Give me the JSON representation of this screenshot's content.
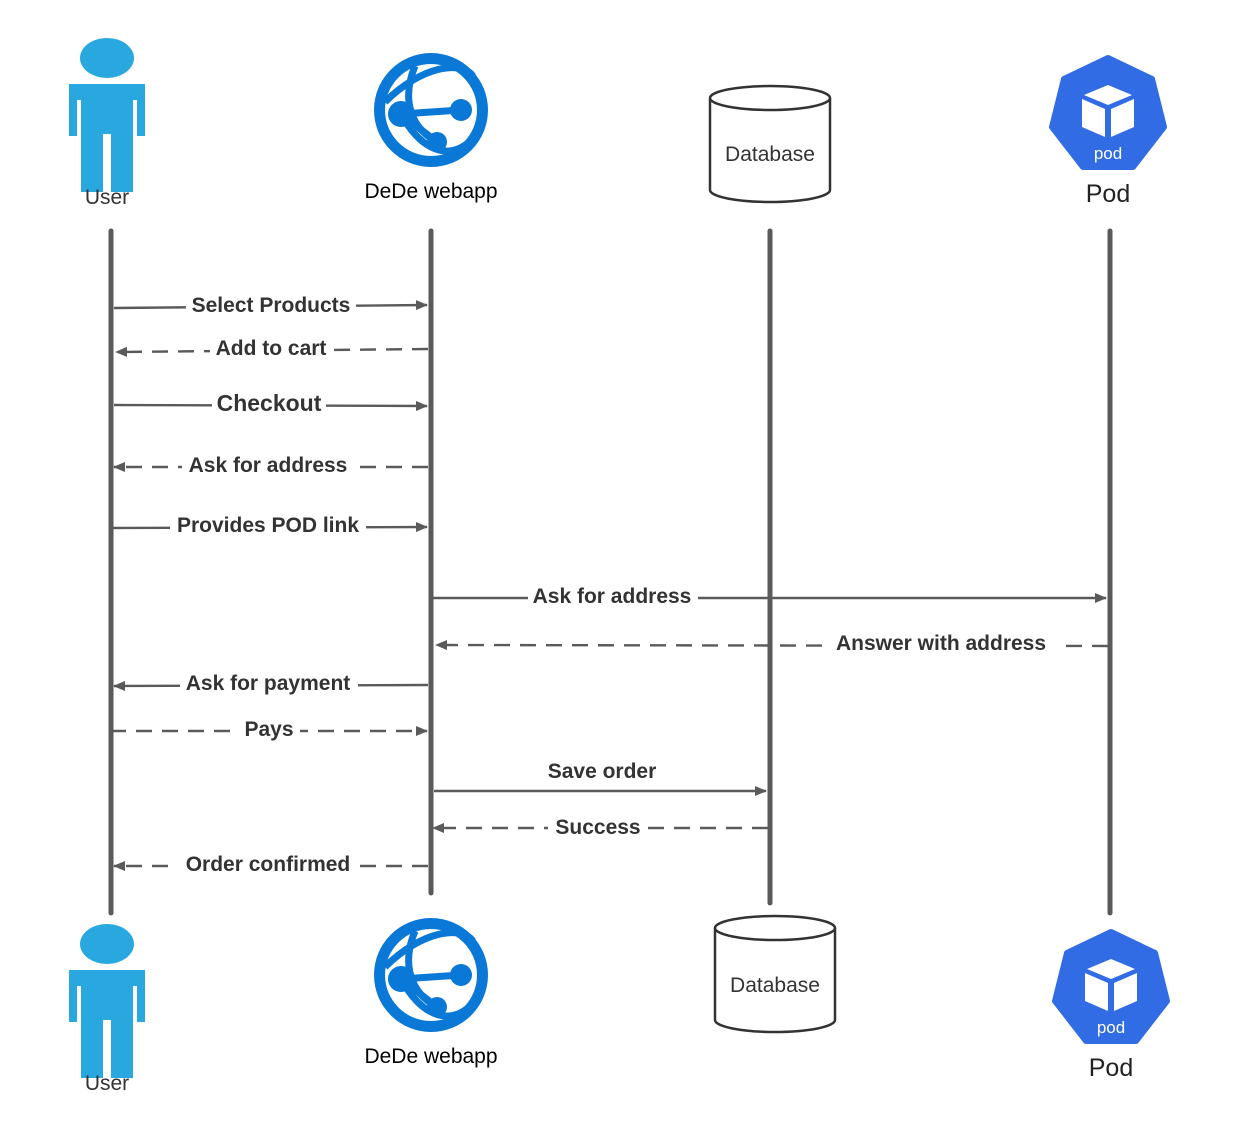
{
  "colors": {
    "user": "#29a8e0",
    "webapp": "#0a78d6",
    "pod": "#326ce5",
    "line": "#5a5a5a",
    "text": "#333333"
  },
  "participants": [
    {
      "id": "user",
      "label": "User",
      "icon": "person-icon"
    },
    {
      "id": "webapp",
      "label": "DeDe webapp",
      "icon": "web-app-globe-icon"
    },
    {
      "id": "database",
      "label": "Database",
      "icon": "database-cylinder-icon"
    },
    {
      "id": "pod",
      "label": "Pod",
      "icon": "kubernetes-pod-icon",
      "badge": "pod"
    }
  ],
  "messages": [
    {
      "label": "Select Products",
      "from": "user",
      "to": "webapp",
      "style": "solid"
    },
    {
      "label": "Add to cart",
      "from": "webapp",
      "to": "user",
      "style": "dashed"
    },
    {
      "label": "Checkout",
      "from": "user",
      "to": "webapp",
      "style": "solid"
    },
    {
      "label": "Ask for address",
      "from": "webapp",
      "to": "user",
      "style": "dashed"
    },
    {
      "label": "Provides POD link",
      "from": "user",
      "to": "webapp",
      "style": "solid"
    },
    {
      "label": "Ask for address",
      "from": "webapp",
      "to": "pod",
      "style": "solid"
    },
    {
      "label": "Answer with address",
      "from": "pod",
      "to": "webapp",
      "style": "dashed"
    },
    {
      "label": "Ask for payment",
      "from": "webapp",
      "to": "user",
      "style": "solid"
    },
    {
      "label": "Pays",
      "from": "user",
      "to": "webapp",
      "style": "dashed"
    },
    {
      "label": "Save order",
      "from": "webapp",
      "to": "database",
      "style": "solid"
    },
    {
      "label": "Success",
      "from": "database",
      "to": "webapp",
      "style": "dashed"
    },
    {
      "label": "Order confirmed",
      "from": "webapp",
      "to": "user",
      "style": "dashed"
    }
  ]
}
